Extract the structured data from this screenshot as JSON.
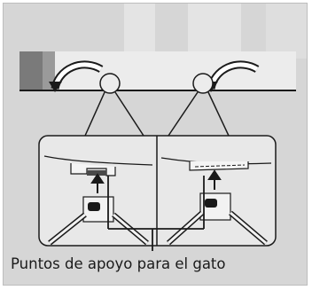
{
  "caption": "Puntos de apoyo para el gato",
  "colors": {
    "background": "#d6d6d6",
    "car_body": "#e8e8e8",
    "outline": "#1a1a1a",
    "wheel_well_dark": "#7a7a7a",
    "callout_border": "#bdbdbd"
  },
  "figure": {
    "jack_points": [
      "front",
      "rear"
    ],
    "callout_panels": [
      "front-jack-point-detail",
      "rear-jack-point-detail"
    ]
  }
}
